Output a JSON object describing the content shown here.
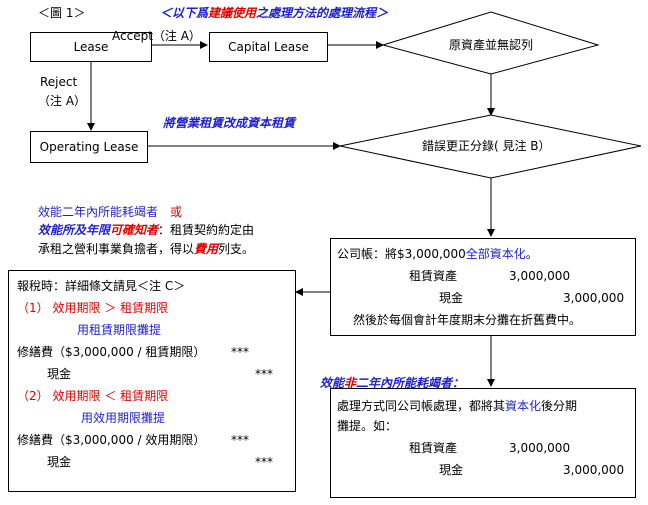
{
  "figure_label": "＜圖 1＞",
  "title": {
    "pre": "＜以下爲",
    "hl": "建議使用",
    "post": "之處理方法的處理流程＞"
  },
  "lease_label": "Lease",
  "accept_label": "Accept（注 A）",
  "capital_lease_label": "Capital Lease",
  "diamond1_label": "原資產並無認列",
  "reject_label": "Reject",
  "reject_note": "（注 A）",
  "operating_lease_label": "Operating Lease",
  "convert_note": "將營業租賃改成資本租賃",
  "diamond2_label": "錯誤更正分錄( 見注 B）",
  "note_left": {
    "line1": "效能二年內所能耗竭者",
    "line1_or": "或",
    "line2_pre": "效能所及年限",
    "line2_hl": "可確知者",
    "line2_post": "：租賃契約約定由",
    "line3": "承租之營利事業負擔者，得以",
    "line3_hl": "費用",
    "line3_post": "列支。"
  },
  "company_box": {
    "line1_pre": "公司帳：將$3,000,000",
    "line1_hl": "全部資本化",
    "line1_post": "。",
    "asset_label": "租賃資產",
    "asset_value": "3,000,000",
    "cash_label": "現金",
    "cash_value": "3,000,000",
    "line4": "然後於每個會計年度期末分攤在折舊費中。"
  },
  "tax_box": {
    "heading": "報稅時：詳細條文請見＜注 C＞",
    "case1": "（1） 效用期限 ＞ 租賃期限",
    "case1_method": "用租賃期限攤提",
    "case1_entry": "修繕費（$3,000,000 / 租賃期限）",
    "case1_entry_mark": "***",
    "case1_cash": "現金",
    "case1_cash_mark": "***",
    "case2": "（2） 效用期限 ＜ 租賃期限",
    "case2_method": "用效用期限攤提",
    "case2_entry": "修繕費（$3,000,000 / 效用期限）",
    "case2_entry_mark": "***",
    "case2_cash": "現金",
    "case2_cash_mark": "***"
  },
  "non2yr_note": {
    "pre": "效能",
    "hl": "非",
    "post": "二年內所能耗竭者："
  },
  "bottom_box": {
    "line1_pre": "處理方式同公司帳處理，都將其",
    "line1_hl": "資本化",
    "line1_post": "後分期",
    "line2": "攤提。如：",
    "asset_label": "租賃資產",
    "asset_value": "3,000,000",
    "cash_label": "現金",
    "cash_value": "3,000,000"
  },
  "colors": {
    "blue": "#1f1fd0",
    "red": "#e00000"
  }
}
